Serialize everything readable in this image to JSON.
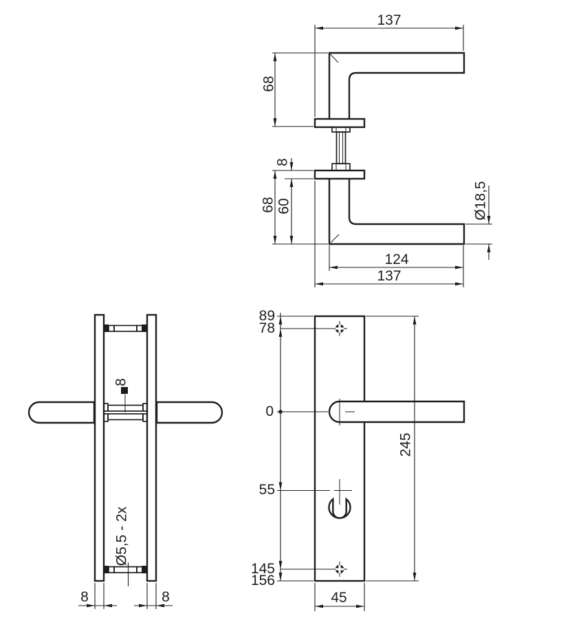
{
  "colors": {
    "line": "#1d1d1b",
    "background": "#ffffff"
  },
  "labels": {
    "top": {
      "len_top": "137",
      "h_upper": "68",
      "rosette": "8",
      "h_lower": "68",
      "h_neck": "60",
      "dia_grip": "Ø18,5",
      "len_inner": "124",
      "len_bottom": "137"
    },
    "side": {
      "spindle": "8",
      "screw": "Ø5,5 - 2x",
      "thick_l": "8",
      "thick_r": "8"
    },
    "front": {
      "top_edge": "89",
      "screw_top": "78",
      "zero": "0",
      "cylinder": "55",
      "screw_bottom": "145",
      "bottom_edge": "156",
      "height": "245",
      "width": "45"
    }
  }
}
